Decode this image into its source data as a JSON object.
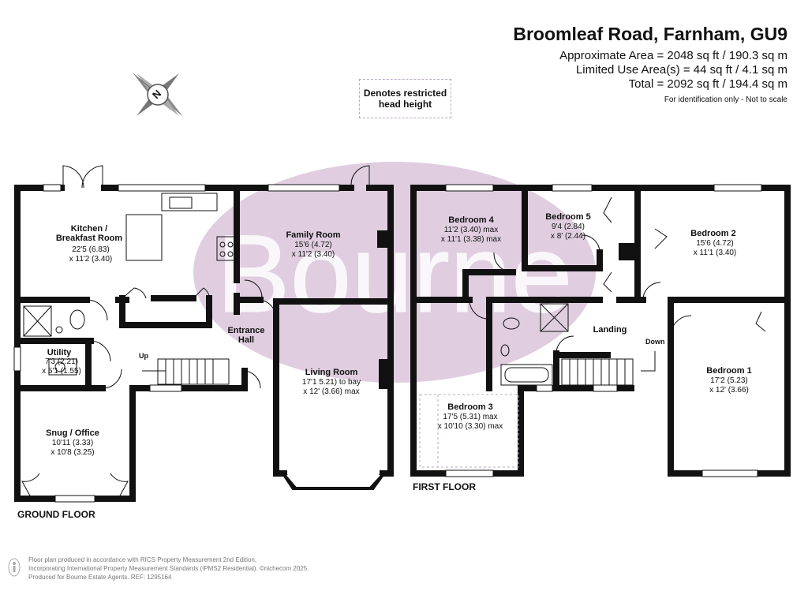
{
  "header": {
    "title": "Broomleaf Road, Farnham, GU9",
    "approx_area": "Approximate Area = 2048 sq ft / 190.3 sq m",
    "limited_use": "Limited Use Area(s) = 44 sq ft / 4.1 sq m",
    "total": "Total = 2092 sq ft / 194.4 sq m",
    "note": "For identification only - Not to scale"
  },
  "compass": {
    "letter": "N",
    "icon": "compass-rose-icon"
  },
  "restricted_key": {
    "label": "Denotes restricted\nhead height"
  },
  "watermark": {
    "text": "Bourne",
    "color": "#c9adc9"
  },
  "ground_floor": {
    "label": "GROUND FLOOR",
    "rooms": [
      {
        "name": "Kitchen /\nBreakfast Room",
        "dims": "22'5 (6.83)\nx 11'2 (3.40)"
      },
      {
        "name": "Family Room",
        "dims": "15'6 (4.72)\nx 11'2 (3.40)"
      },
      {
        "name": "Utility",
        "dims": "7'3 (2.21)\nx 5'1 (1.55)"
      },
      {
        "name": "Entrance\nHall",
        "dims": ""
      },
      {
        "name": "Living Room",
        "dims": "17'1 5.21) to bay\nx 12' (3.66) max"
      },
      {
        "name": "Snug / Office",
        "dims": "10'11 (3.33)\nx 10'8 (3.25)"
      }
    ],
    "stair_label": "Up"
  },
  "first_floor": {
    "label": "FIRST FLOOR",
    "rooms": [
      {
        "name": "Bedroom 4",
        "dims": "11'2 (3.40) max\nx 11'1 (3.38) max"
      },
      {
        "name": "Bedroom 5",
        "dims": "9'4 (2.84)\nx 8' (2.44)"
      },
      {
        "name": "Bedroom 2",
        "dims": "15'6 (4.72)\nx 11'1 (3.40)"
      },
      {
        "name": "Landing",
        "dims": ""
      },
      {
        "name": "Bedroom 1",
        "dims": "17'2 (5.23)\nx 12' (3.66)"
      },
      {
        "name": "Bedroom 3",
        "dims": "17'5 (5.31) max\nx 10'10 (3.30) max"
      }
    ],
    "stair_label": "Down"
  },
  "footer": {
    "line1": "Floor plan produced in accordance with RICS Property Measurement 2nd Edition,",
    "line2": "Incorporating International Property Measurement Standards (IPMS2 Residential).  ©nichecom 2025.",
    "line3": "Produced for Bourne Estate Agents.   REF:  1295164"
  },
  "colors": {
    "wall": "#111111",
    "accent": "#c9adc9",
    "window": "#ffffff"
  }
}
